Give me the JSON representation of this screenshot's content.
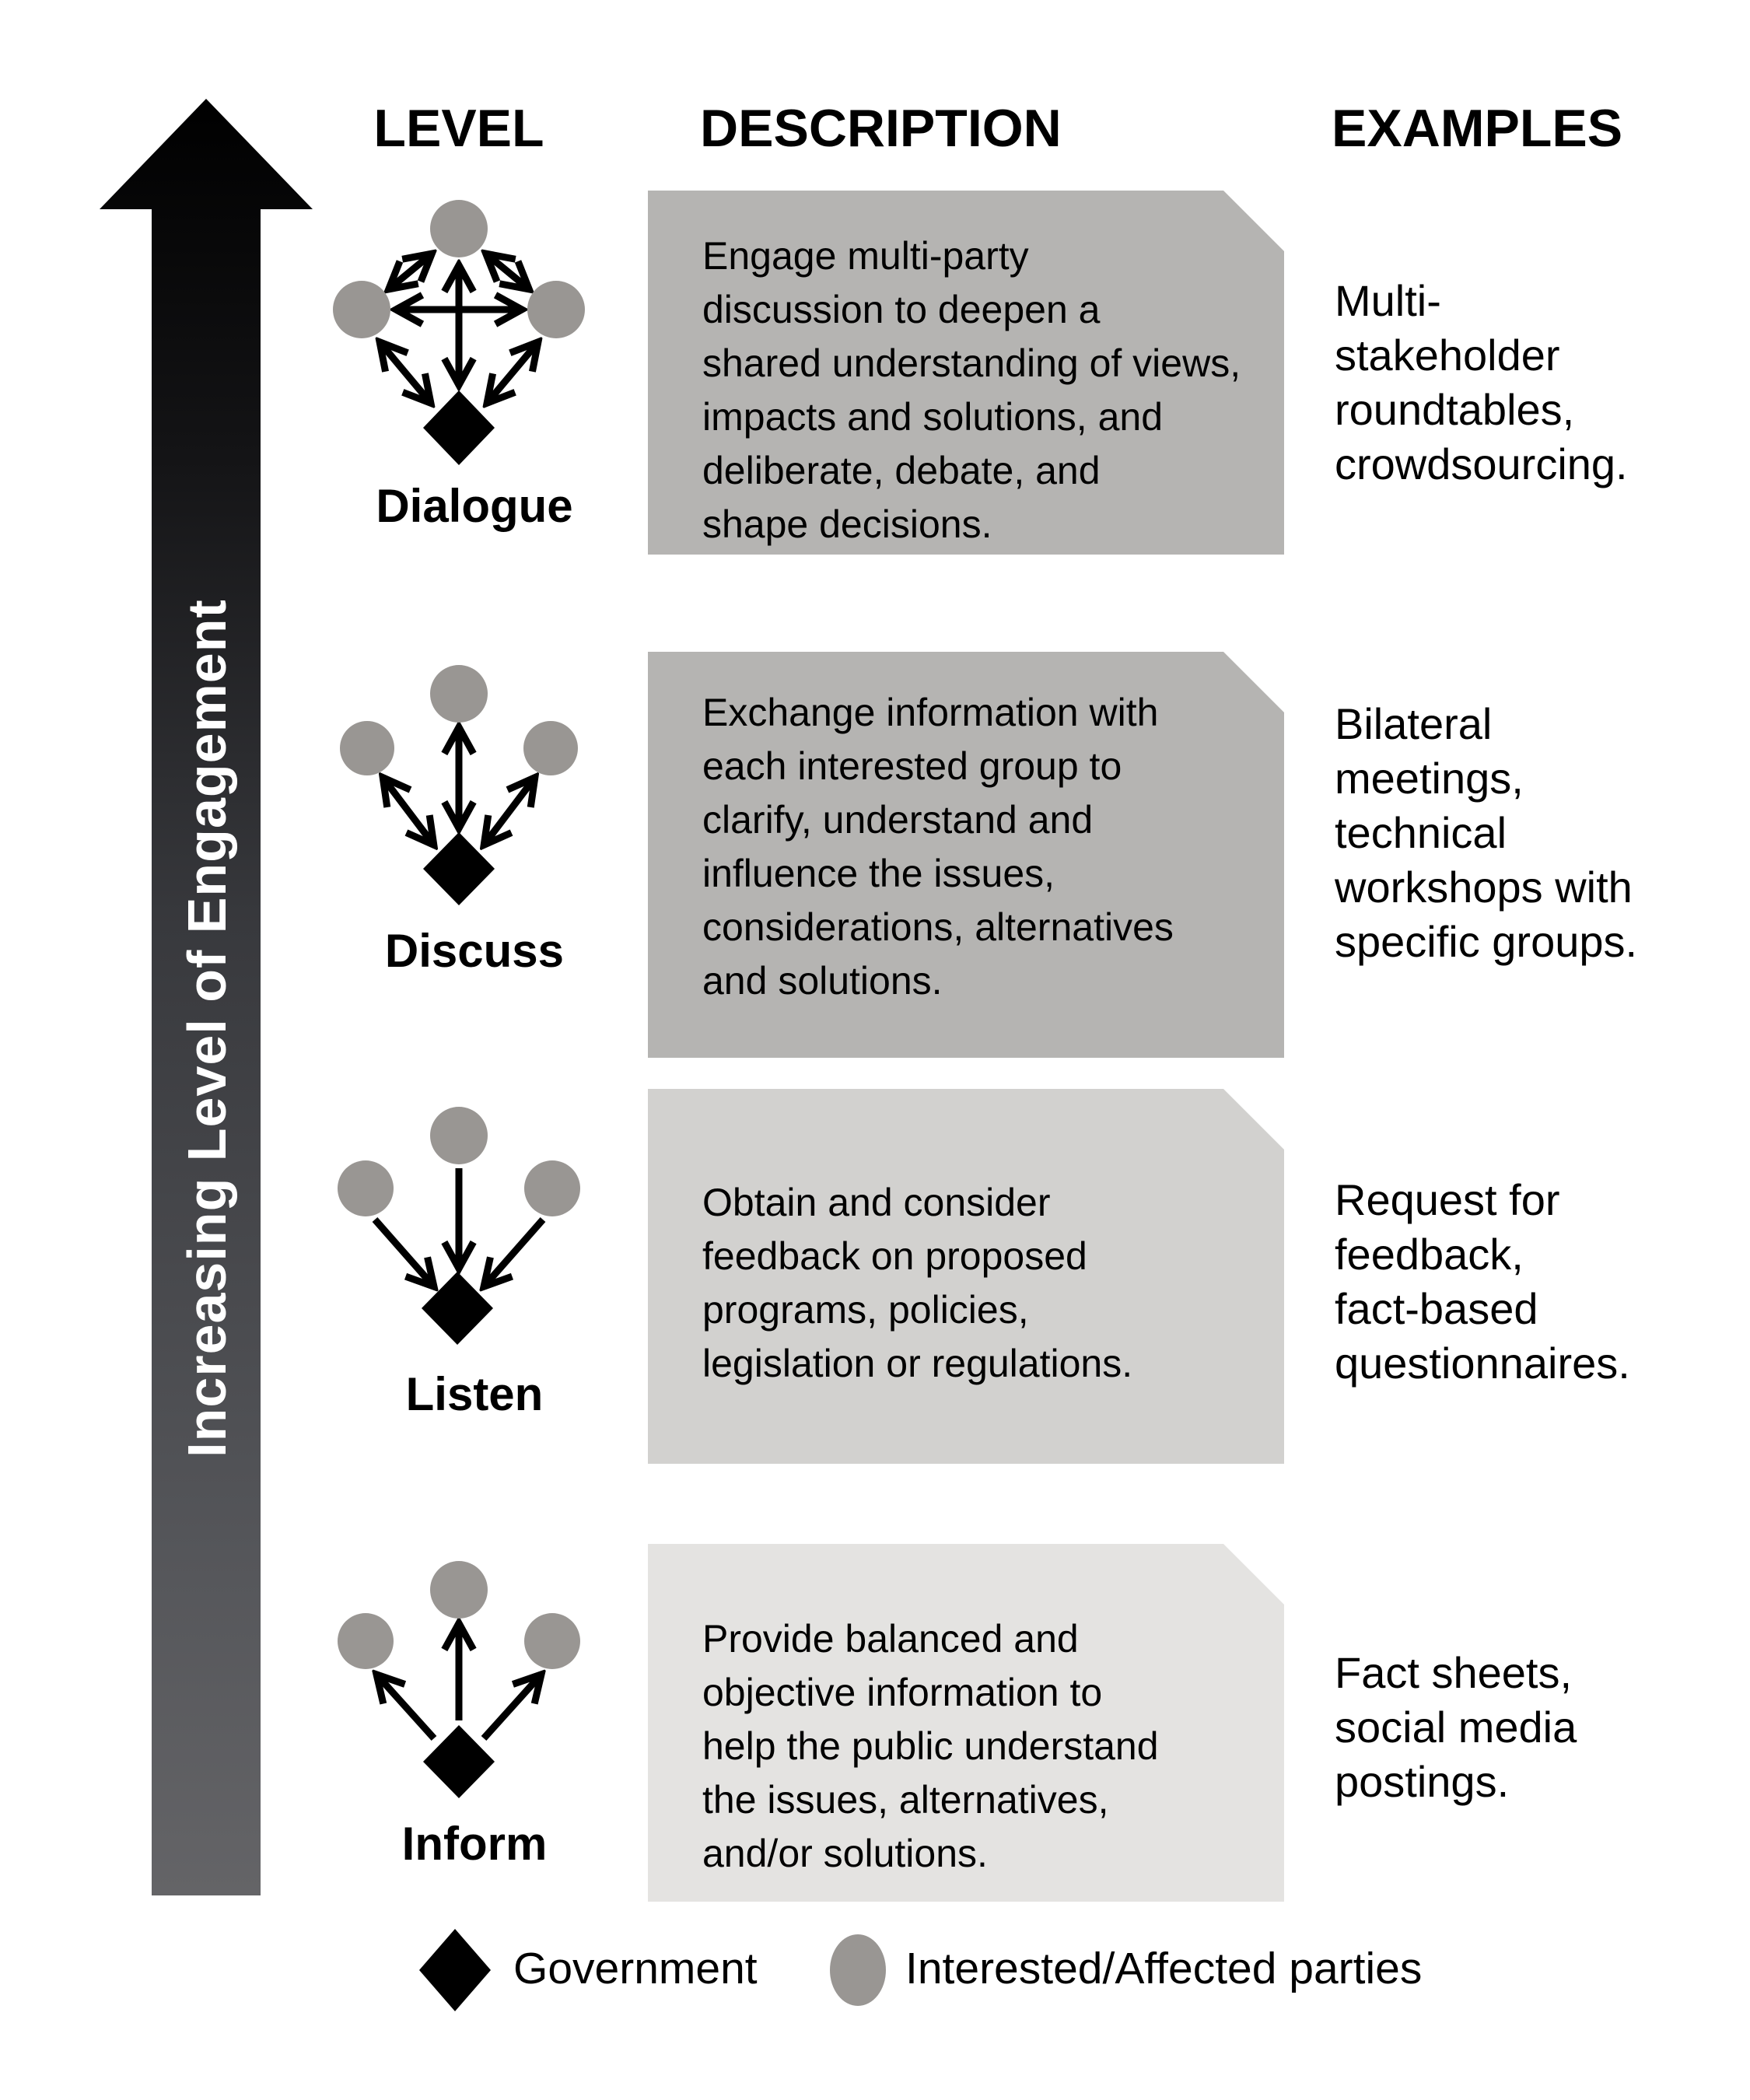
{
  "headers": {
    "level": "LEVEL",
    "description": "DESCRIPTION",
    "examples": "EXAMPLES"
  },
  "axis": {
    "label": "Increasing Level of Engagement"
  },
  "rows": [
    {
      "level": "Dialogue",
      "icon": "multi-party-network-icon",
      "description": "Engage multi-party\ndiscussion to deepen a\nshared understanding of views,\nimpacts and solutions, and\ndeliberate, debate, and\nshape decisions.",
      "examples": "Multi-\nstakeholder\nroundtables,\ncrowdsourcing."
    },
    {
      "level": "Discuss",
      "icon": "two-way-exchange-icon",
      "description": "Exchange information with\neach interested group to\nclarify, understand and\ninfluence the issues,\nconsiderations, alternatives\nand solutions.",
      "examples": "Bilateral\nmeetings,\ntechnical\nworkshops with\nspecific groups."
    },
    {
      "level": "Listen",
      "icon": "inbound-feedback-icon",
      "description": "Obtain and consider\nfeedback on proposed\nprograms, policies,\nlegislation or regulations.",
      "examples": "Request for\nfeedback,\nfact-based\nquestionnaires."
    },
    {
      "level": "Inform",
      "icon": "outbound-broadcast-icon",
      "description": "Provide balanced and\nobjective information to\nhelp the public understand\nthe issues, alternatives,\nand/or solutions.",
      "examples": "Fact sheets,\nsocial media\npostings."
    }
  ],
  "legend": {
    "government": "Government",
    "parties": "Interested/Affected parties"
  },
  "colors": {
    "box_dialogue": "#b5b4b2",
    "box_discuss": "#b5b4b2",
    "box_listen": "#d2d1cf",
    "box_inform": "#e4e3e1",
    "party_circle": "#999693",
    "government_diamond": "#000000",
    "arrow_gradient_top": "#000000",
    "arrow_gradient_bottom": "#646467",
    "arrow_label_text": "#ffffff",
    "text": "#000000"
  }
}
